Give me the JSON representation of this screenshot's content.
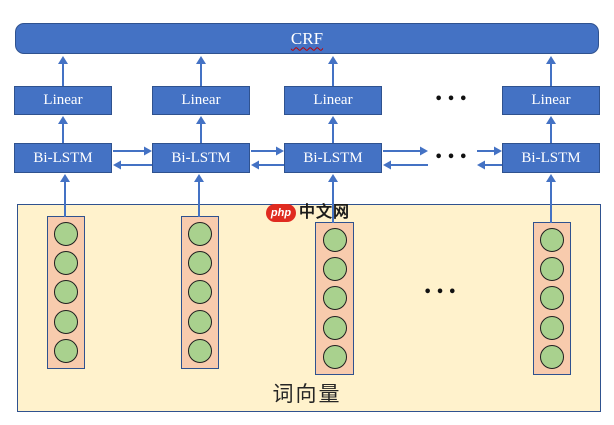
{
  "labels": {
    "crf": "CRF",
    "linear": "Linear",
    "bilstm": "Bi-LSTM",
    "embedding": "词向量",
    "ellipsis": "•••"
  },
  "watermark": {
    "badge": "php",
    "site": "中文网"
  },
  "structure": {
    "linear_count": 4,
    "bilstm_count": 4,
    "embedding_columns": 4,
    "nodes_per_column": 5
  },
  "colors": {
    "box_blue": "#4472C4",
    "box_border": "#2F528F",
    "arrow_blue": "#4472C4",
    "panel_fill": "#FFF2CC",
    "panel_border": "#2F528F",
    "vector_fill": "#F8CBAD",
    "vector_border": "#2F528F",
    "node_green": "#A9D18E",
    "node_border": "#1F1F1F",
    "spellcheck_red": "#C00000",
    "watermark_red": "#E02B20",
    "box_text": "#FFFFFF",
    "caption_text": "#262626"
  }
}
